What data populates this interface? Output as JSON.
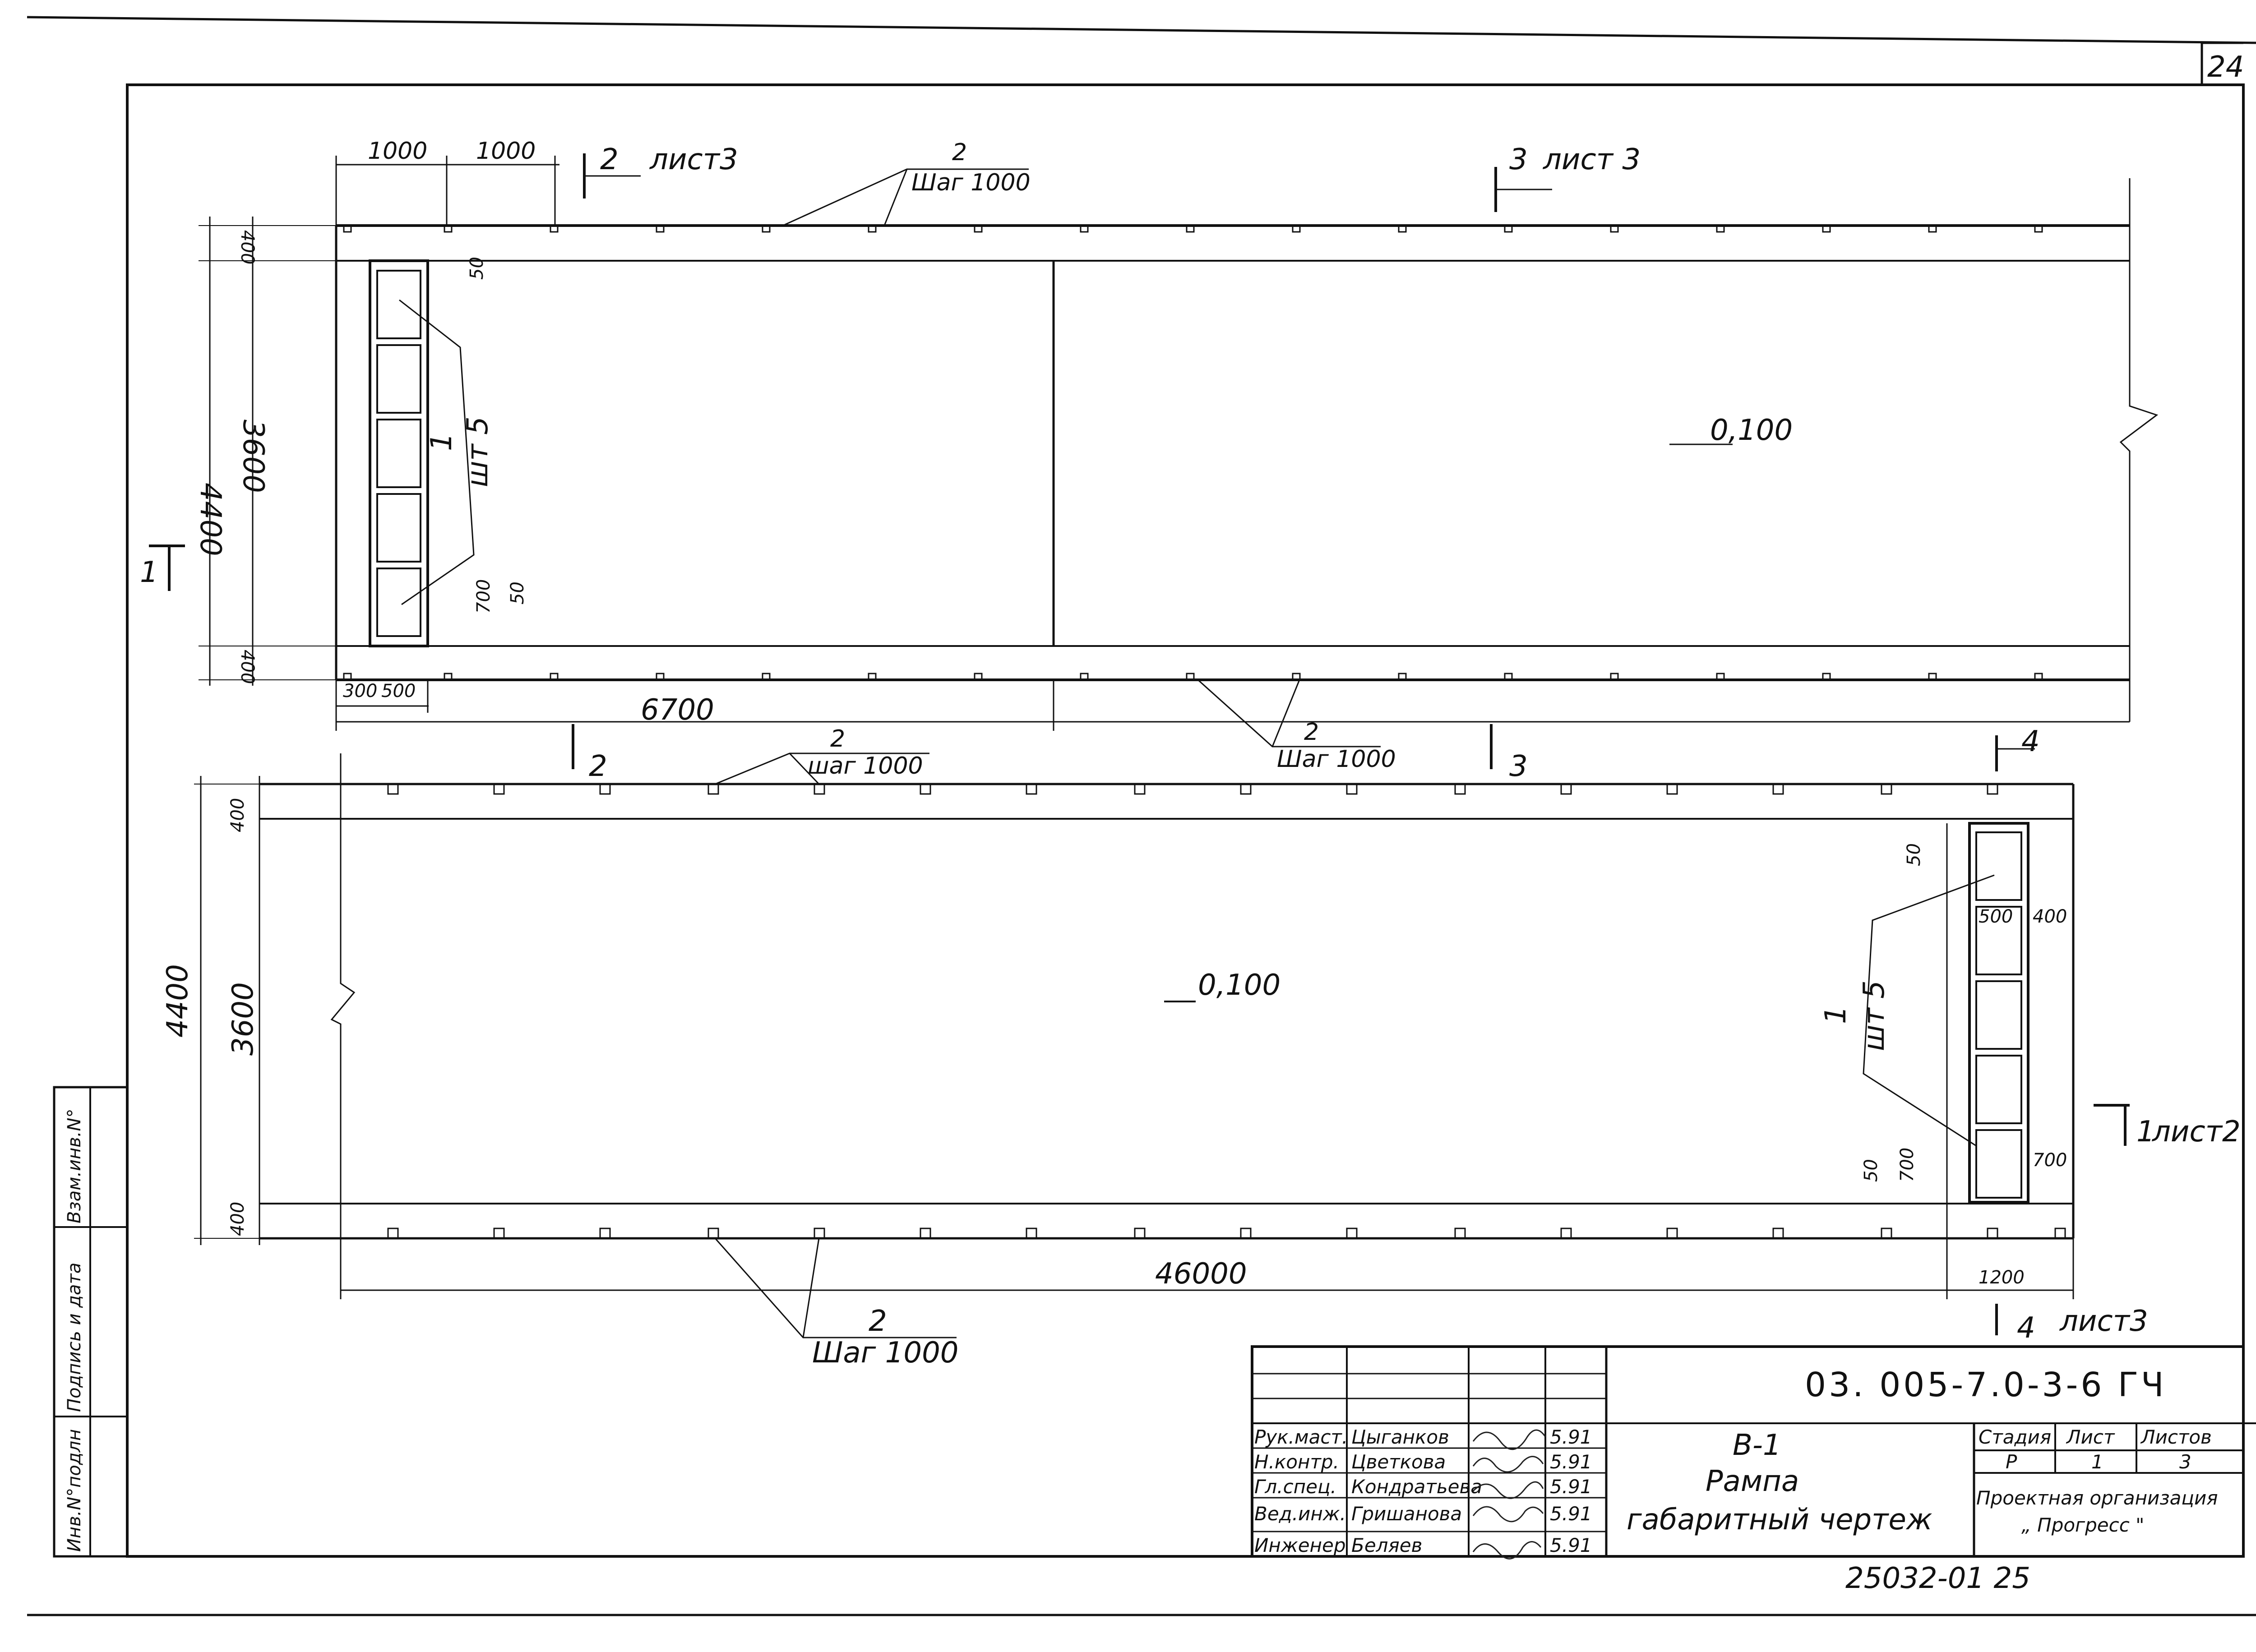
{
  "sheet_number": "24",
  "archive_number": "25032-01  25",
  "side_stamp": {
    "inv_original": "Инв.N°подлн",
    "signature_date": "Подпись и дата",
    "replacement_inv": "Взам.инв.N°"
  },
  "plan_top": {
    "dim_top_1": "1000",
    "dim_top_2": "1000",
    "section_2_mark": "2",
    "section_2_sheet": "лист3",
    "section_3_mark": "3",
    "section_3_sheet": "лист 3",
    "leader_top_num": "2",
    "leader_top_step": "Шаг 1000",
    "dim_left_total": "4400",
    "dim_left_top": "400",
    "dim_left_mid": "3600",
    "dim_left_bot": "400",
    "dim_gap_top": "50",
    "dim_gap_bot": "50",
    "dim_block_h": "700",
    "block_leader_num": "1",
    "block_leader_qty": "шт 5",
    "level": "0,100",
    "dim_bottom_a": "300",
    "dim_bottom_b": "500",
    "dim_bottom_length": "6700",
    "leader_bottom_num": "2",
    "leader_bottom_step": "Шаг 1000",
    "section_1_mark": "1"
  },
  "plan_bottom": {
    "section_2_mark": "2",
    "section_3_mark": "3",
    "section_4_mark": "4",
    "leader_top_num": "2",
    "leader_top_step": "шаг 1000",
    "dim_left_total": "4400",
    "dim_left_top": "400",
    "dim_left_mid": "3600",
    "dim_left_bot": "400",
    "level": "0,100",
    "dim_gap_top": "50",
    "dim_block_w": "500",
    "dim_side": "400",
    "block_leader_num": "1",
    "block_leader_qty": "шт 5",
    "dim_gap_bot": "50",
    "dim_block_h_left": "700",
    "dim_block_h_right": "700",
    "section_1_mark": "1",
    "section_1_sheet": "лист2",
    "dim_total_length": "46000",
    "dim_end": "1200",
    "section_4_mark_bottom": "4",
    "section_4_sheet": "лист3",
    "leader_bottom_num": "2",
    "leader_bottom_step": "Шаг 1000"
  },
  "title_block": {
    "code": "03. 005-7.0-3-6   ГЧ",
    "roles": [
      "Рук.маст.",
      "Н.контр.",
      "Гл.спец.",
      "Вед.инж.",
      "Инженер"
    ],
    "names": [
      "Цыганков",
      "Цветкова",
      "Кондратьева",
      "Гришанова",
      "Беляев"
    ],
    "dates": [
      "5.91",
      "5.91",
      "5.91",
      "5.91",
      "5.91"
    ],
    "title_line1": "В-1",
    "title_line2": "Рампа",
    "title_line3": "габаритный чертеж",
    "stage_header": "Стадия",
    "sheet_header": "Лист",
    "sheets_header": "Листов",
    "stage_value": "Р",
    "sheet_value": "1",
    "sheets_value": "3",
    "organization_line1": "Проектная организация",
    "organization_line2": "„ Прогресс \""
  }
}
